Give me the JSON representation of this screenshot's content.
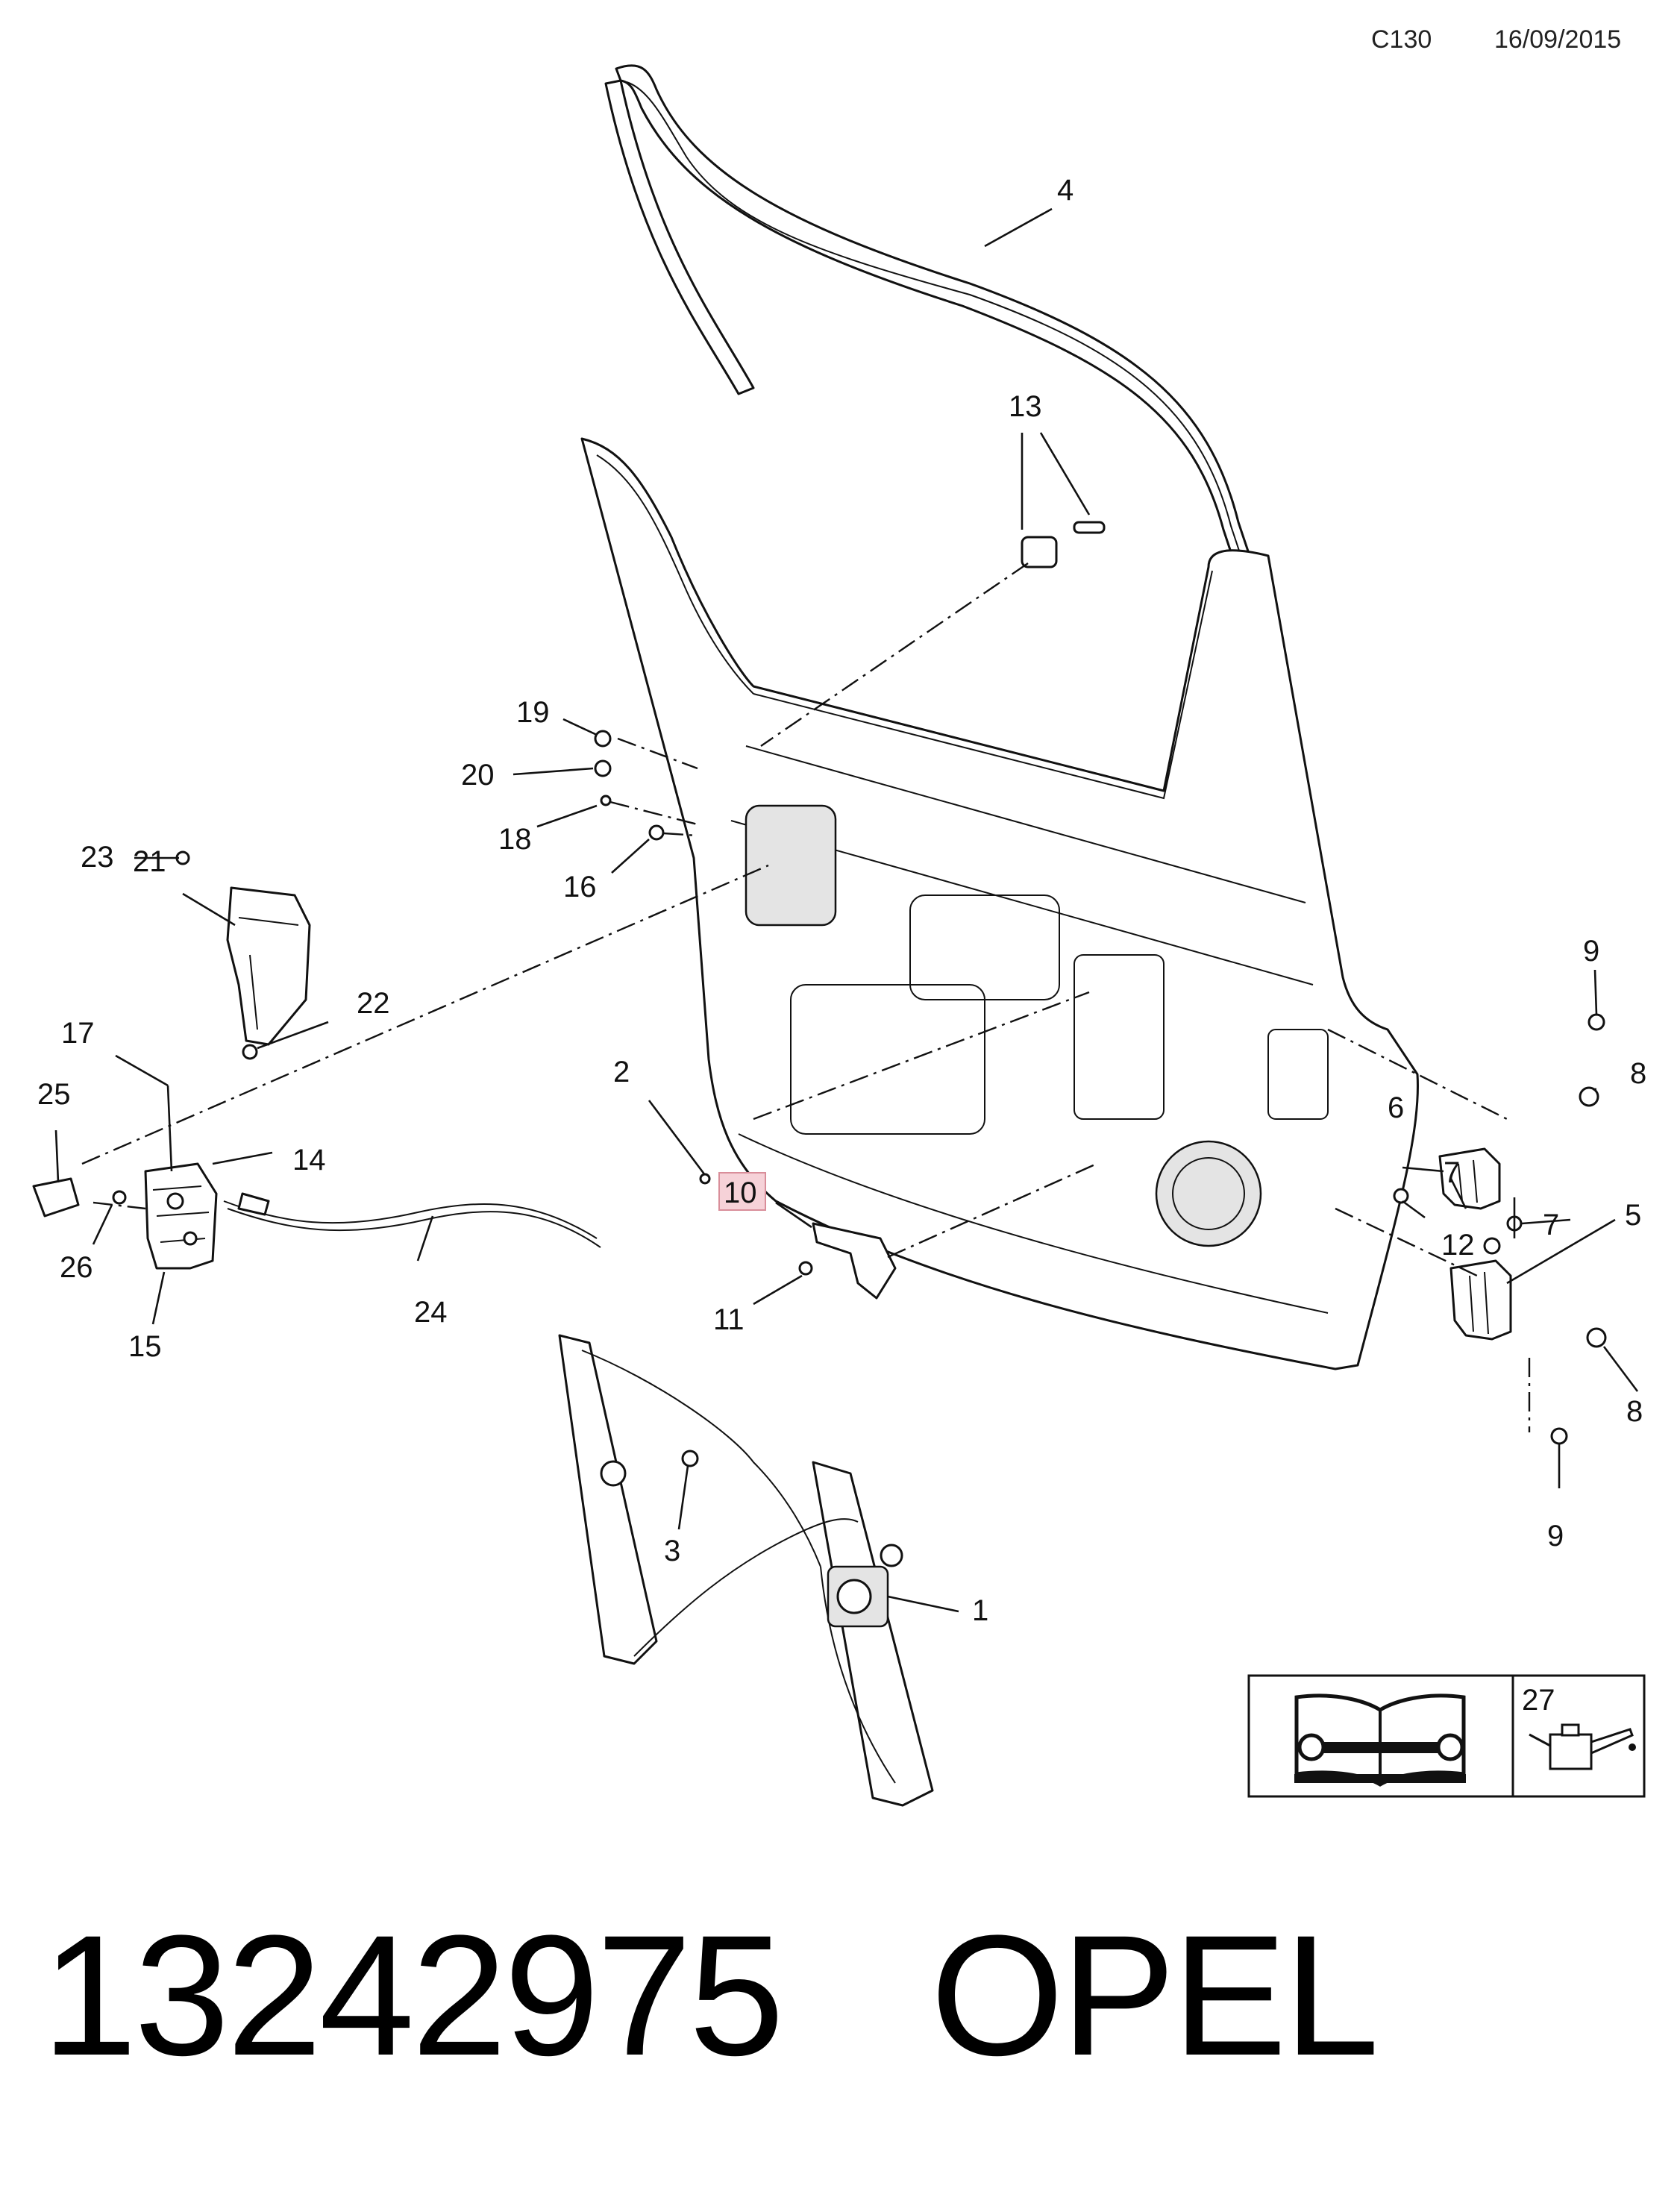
{
  "header": {
    "code": "C130",
    "date": "16/09/2015"
  },
  "callouts": [
    {
      "id": "c1",
      "label": "1"
    },
    {
      "id": "c2",
      "label": "2"
    },
    {
      "id": "c3",
      "label": "3"
    },
    {
      "id": "c4",
      "label": "4"
    },
    {
      "id": "c5",
      "label": "5"
    },
    {
      "id": "c6",
      "label": "6"
    },
    {
      "id": "c7a",
      "label": "7"
    },
    {
      "id": "c7b",
      "label": "7"
    },
    {
      "id": "c8a",
      "label": "8"
    },
    {
      "id": "c8b",
      "label": "8"
    },
    {
      "id": "c9a",
      "label": "9"
    },
    {
      "id": "c9b",
      "label": "9"
    },
    {
      "id": "c10",
      "label": "10",
      "highlighted": true
    },
    {
      "id": "c11",
      "label": "11"
    },
    {
      "id": "c12",
      "label": "12"
    },
    {
      "id": "c13",
      "label": "13"
    },
    {
      "id": "c14",
      "label": "14"
    },
    {
      "id": "c15",
      "label": "15"
    },
    {
      "id": "c16",
      "label": "16"
    },
    {
      "id": "c17",
      "label": "17"
    },
    {
      "id": "c18",
      "label": "18"
    },
    {
      "id": "c19",
      "label": "19"
    },
    {
      "id": "c20",
      "label": "20"
    },
    {
      "id": "c21",
      "label": "21"
    },
    {
      "id": "c22",
      "label": "22"
    },
    {
      "id": "c23",
      "label": "23"
    },
    {
      "id": "c24",
      "label": "24"
    },
    {
      "id": "c25",
      "label": "25"
    },
    {
      "id": "c26",
      "label": "26"
    },
    {
      "id": "c27",
      "label": "27"
    }
  ],
  "legend": {
    "lubricant_ref": "27",
    "icons": [
      "manual-wrench-icon",
      "oil-can-icon"
    ]
  },
  "footer": {
    "part_number": "13242975",
    "brand": "OPEL"
  }
}
